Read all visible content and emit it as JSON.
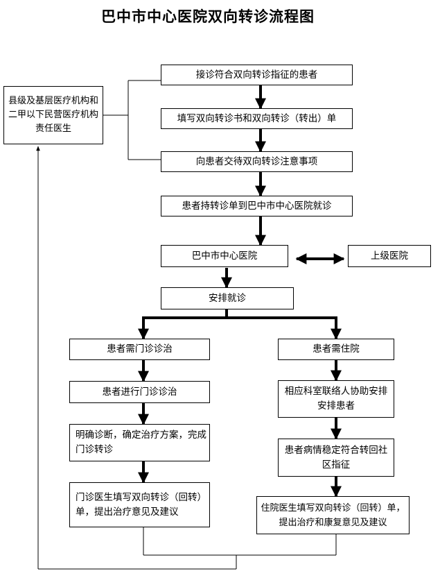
{
  "title": "巴中市中心医院双向转诊流程图",
  "nodes": {
    "referrer": "县级及基层医疗机构和二甲以下民营医疗机构责任医生",
    "step1": "接诊符合双向转诊指征的患者",
    "step2": "填写双向转诊书和双向转诊（转出）单",
    "step3": "向患者交待双向转诊注意事项",
    "step4": "患者持转诊单到巴中市中心医院就诊",
    "hospital": "巴中市中心医院",
    "higher": "上级医院",
    "arrange": "安排就诊",
    "op1": "患者需门诊诊治",
    "op2": "患者进行门诊诊治",
    "op3": "明确诊断，确定治疗方案，完成门诊转诊",
    "op4": "门诊医生填写双向转诊（回转）单，提出治疗意见及建议",
    "ip1": "患者需住院",
    "ip2": "相应科室联络人协助安排安排患者",
    "ip3": "患者病情稳定符合转回社区指征",
    "ip4": "住院医生填写双向转诊（回转）单，提出治疗和康复意见及建议"
  }
}
